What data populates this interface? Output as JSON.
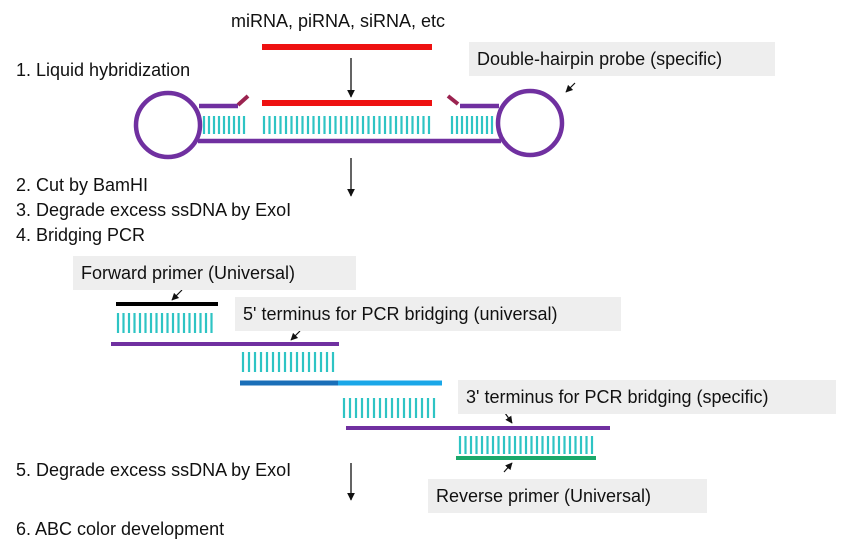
{
  "header": {
    "rna_types": "miRNA,  piRNA,  siRNA,  etc"
  },
  "steps": {
    "s1": "1. Liquid hybridization",
    "s2": "2. Cut by BamHI",
    "s3": "3. Degrade excess ssDNA by ExoI",
    "s4": "4. Bridging PCR",
    "s5": "5. Degrade excess ssDNA by ExoI",
    "s6": "6. ABC color development"
  },
  "labels": {
    "probe": "Double-hairpin probe (specific)",
    "forward_primer": "Forward primer  (Universal)",
    "terminus5": "5' terminus for PCR bridging (universal)",
    "terminus3": "3' terminus  for PCR bridging  (specific)",
    "reverse_primer": "Reverse primer  (Universal)"
  },
  "colors": {
    "rna": "#ee1111",
    "probe": "#7030a0",
    "bases": "#2ec4c4",
    "forward": "#000000",
    "blue_dark": "#1a6fb8",
    "blue_light": "#1aa7e8",
    "reverse": "#1ba86a",
    "box_bg": "#eeeeee"
  }
}
